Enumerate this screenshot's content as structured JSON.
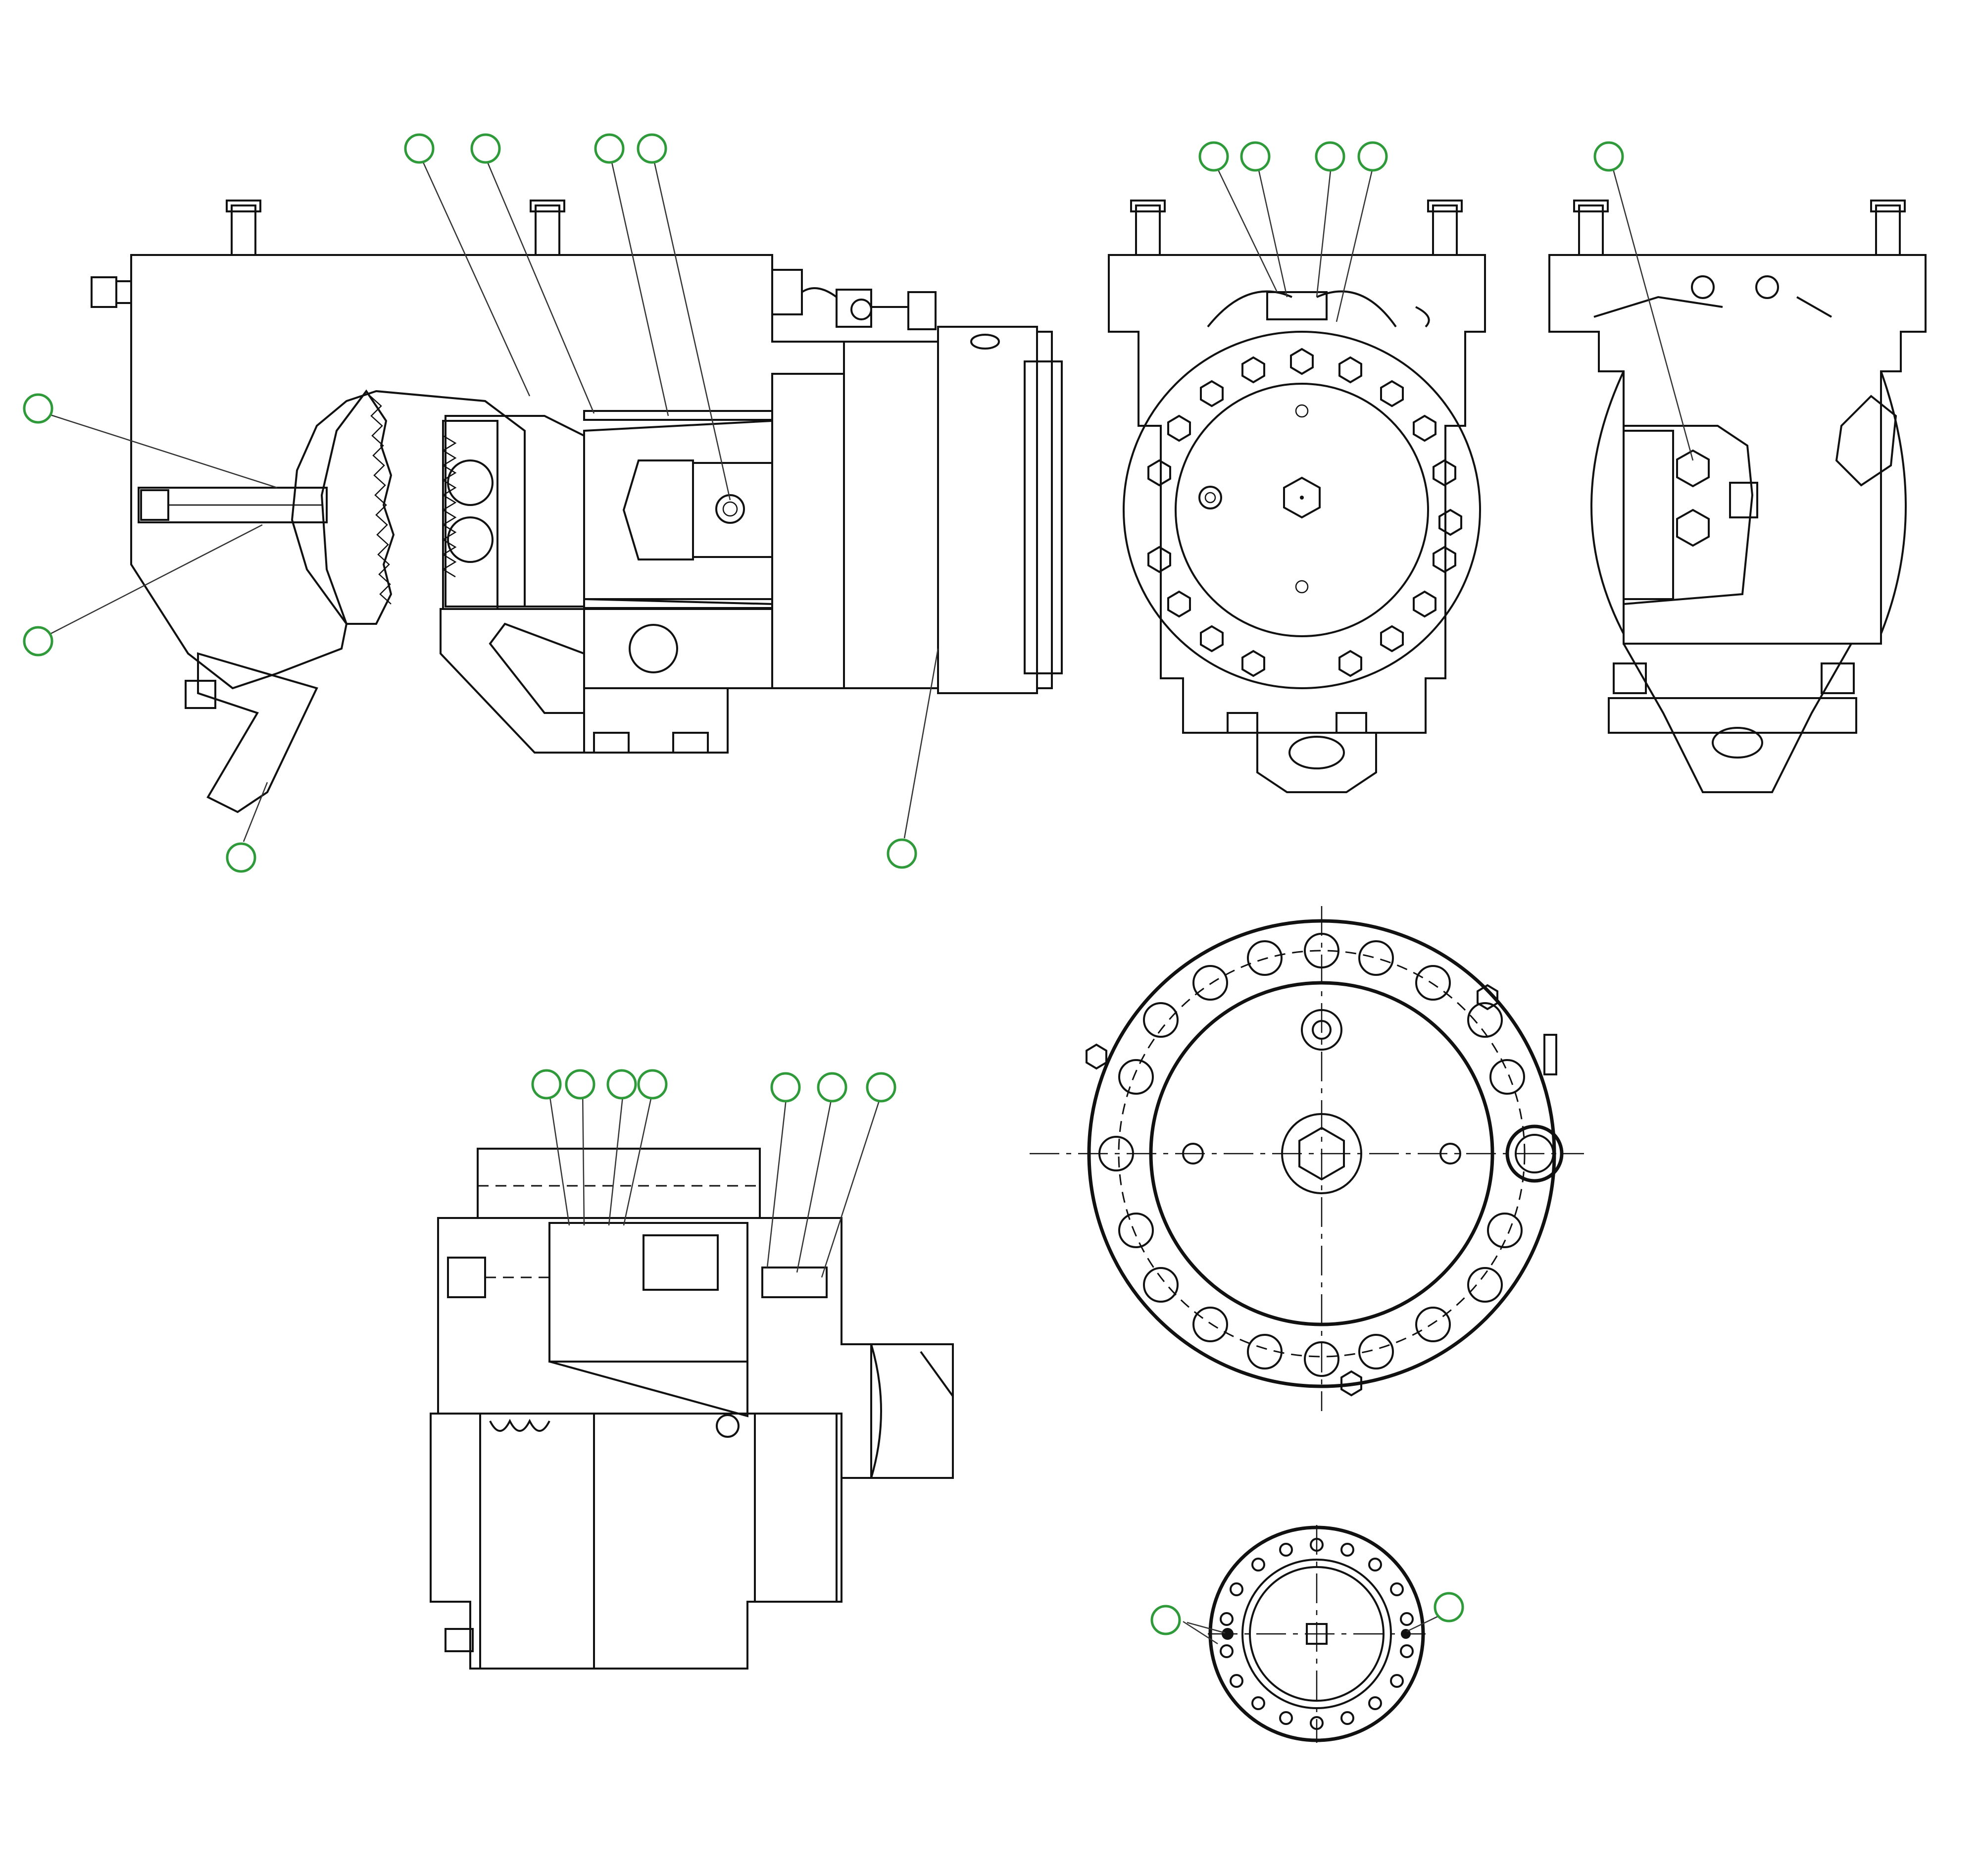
{
  "document": {
    "type": "exploded technical drawing",
    "callout_color": "#2f9a3a",
    "line_color": "#111111",
    "background": "#ffffff"
  },
  "views": [
    {
      "id": "side-section",
      "callouts": 8
    },
    {
      "id": "front-view",
      "callouts": 4
    },
    {
      "id": "rear-view",
      "callouts": 1
    },
    {
      "id": "bottom-section",
      "callouts": 7
    },
    {
      "id": "large-flange-view",
      "callouts": 0
    },
    {
      "id": "small-flange-view",
      "callouts": 2
    }
  ]
}
